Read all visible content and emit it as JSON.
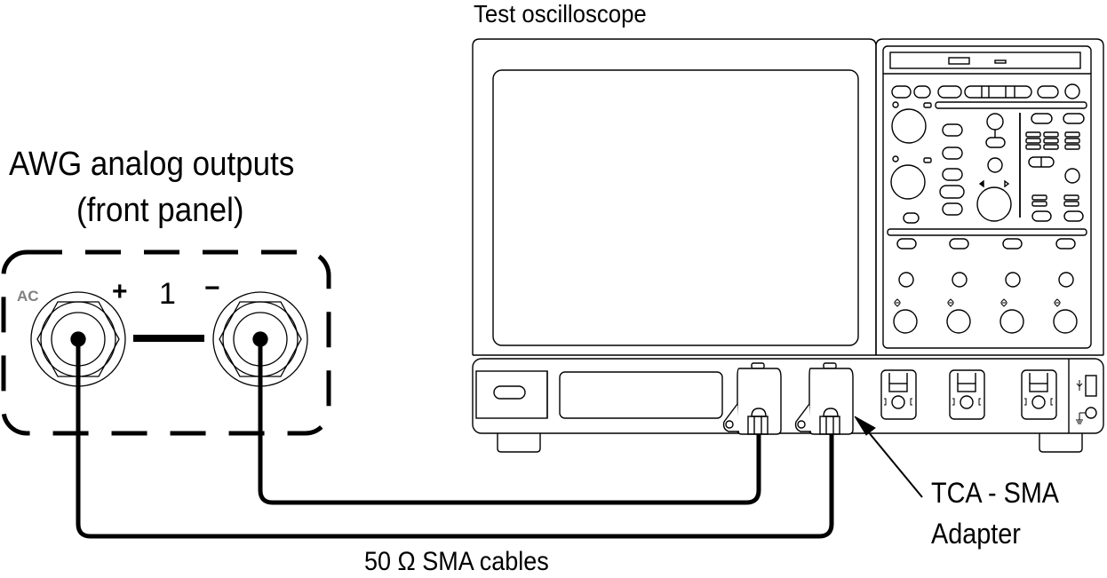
{
  "diagram": {
    "title_oscilloscope": "Test oscilloscope",
    "awg": {
      "title_line1": "AWG analog outputs",
      "title_line2": "(front panel)",
      "coupling_label": "AC",
      "channel_number": "1",
      "positive_label": "+",
      "negative_label": "−"
    },
    "adapter": {
      "label_line1": "TCA - SMA",
      "label_line2": "Adapter"
    },
    "cables": {
      "label": "50 Ω SMA cables"
    },
    "connections": [
      {
        "from": "AWG channel 1 +",
        "to": "Oscilloscope input (right adapter)"
      },
      {
        "from": "AWG channel 1 −",
        "to": "Oscilloscope input (left adapter)"
      }
    ],
    "colors": {
      "line": "#000000",
      "ac_label": "#808080",
      "background": "#ffffff"
    }
  }
}
